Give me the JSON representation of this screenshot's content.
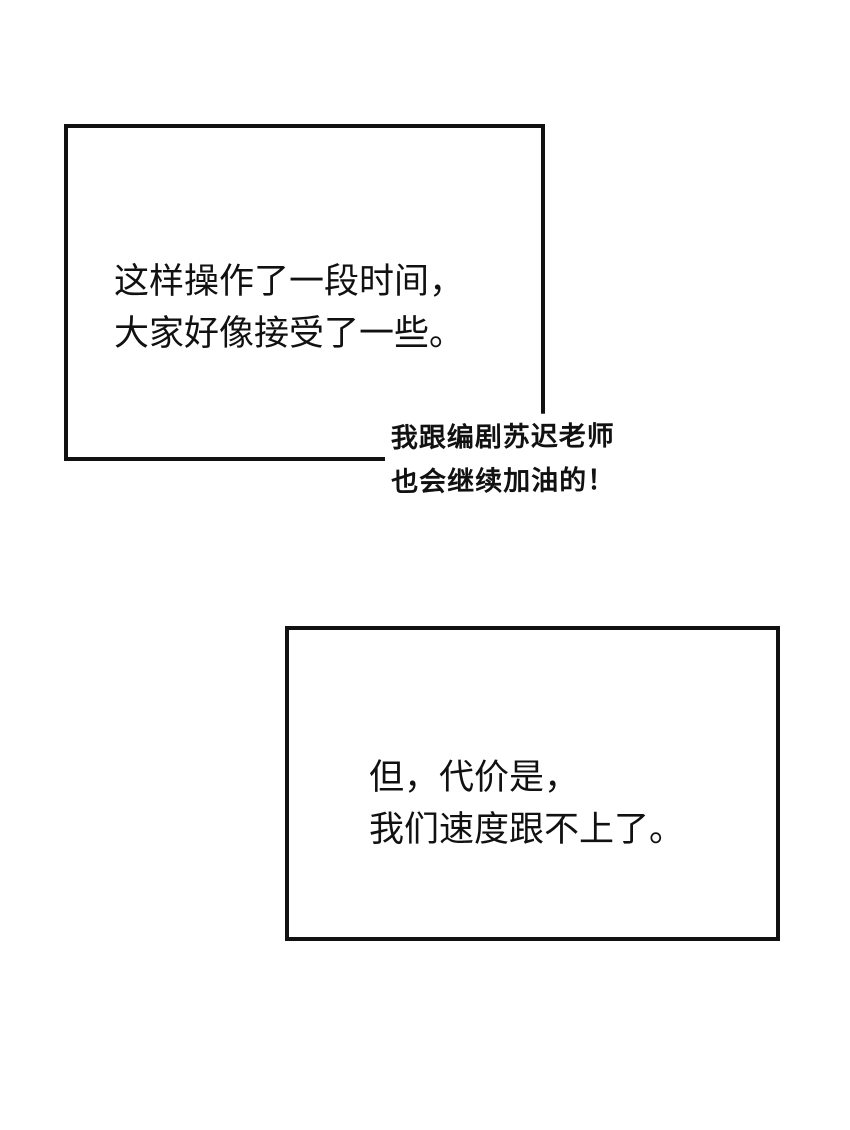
{
  "panels": [
    {
      "lines": [
        "这样操作了一段时间，",
        "大家好像接受了一些。"
      ]
    },
    {
      "lines": [
        "但，代价是，",
        "我们速度跟不上了。"
      ]
    }
  ],
  "author_note": {
    "lines": [
      "我跟编剧苏迟老师",
      "也会继续加油的！"
    ]
  }
}
